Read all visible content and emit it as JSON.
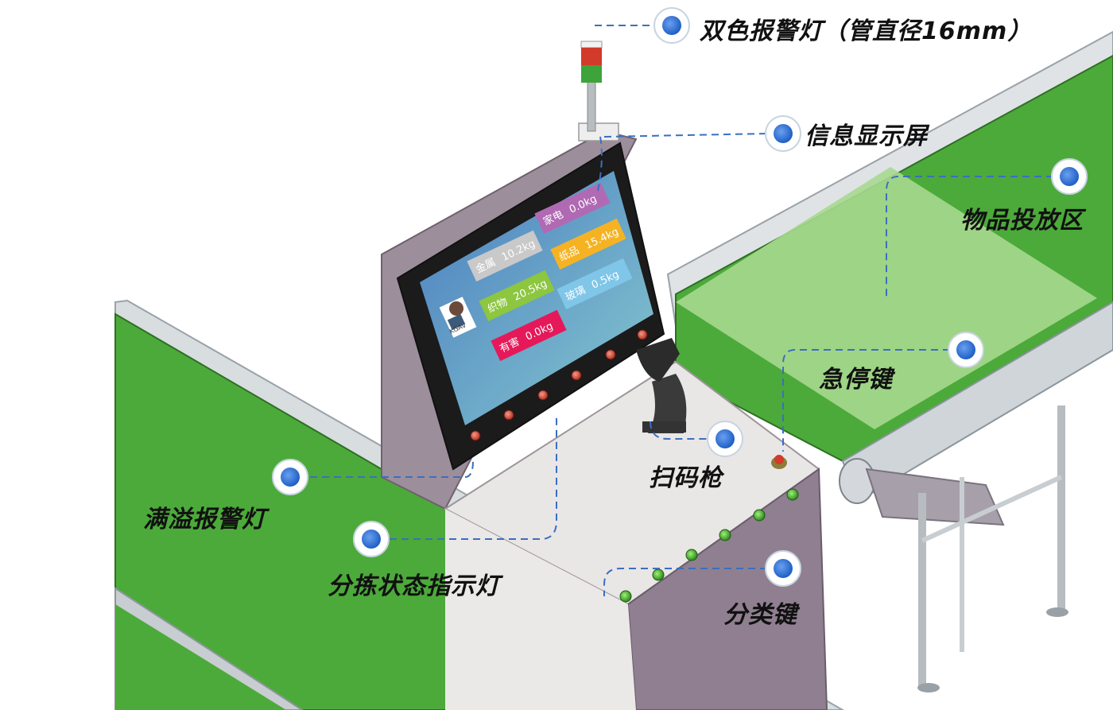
{
  "labels": {
    "alarm_light": "双色报警灯（管直径16mm）",
    "info_screen": "信息显示屏",
    "drop_zone": "物品投放区",
    "emergency_stop": "急停键",
    "scanner": "扫码枪",
    "overflow_light": "满溢报警灯",
    "sorting_indicator": "分拣状态指示灯",
    "category_key": "分类键"
  },
  "screen": {
    "avatar_caption": "KGAV",
    "categories": [
      {
        "name": "金属",
        "weight": "10.2kg",
        "color": "#c9c9c9"
      },
      {
        "name": "家电",
        "weight": "0.0kg",
        "color": "#b06ab3"
      },
      {
        "name": "纸品",
        "weight": "15.4kg",
        "color": "#f5b324"
      },
      {
        "name": "织物",
        "weight": "20.5kg",
        "color": "#8dc63f"
      },
      {
        "name": "玻璃",
        "weight": "0.5kg",
        "color": "#7fc6e8"
      },
      {
        "name": "有害",
        "weight": "0.0kg",
        "color": "#e5195a"
      }
    ]
  },
  "colors": {
    "belt": "#4caa3a",
    "drop_zone": "#a7d88f",
    "callout_line": "#3a6fc1",
    "callout_dot": "#2f6fcf",
    "cabinet": "#9d8e9c",
    "screen": "#3b6ea5"
  }
}
